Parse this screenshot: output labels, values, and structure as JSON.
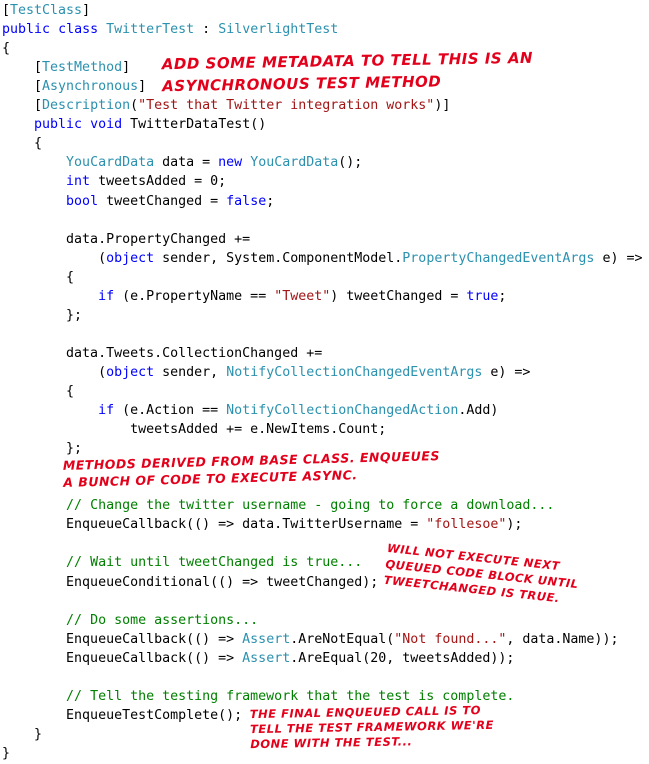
{
  "code": {
    "lines": [
      [
        {
          "t": "[",
          "c": ""
        },
        {
          "t": "TestClass",
          "c": "ty"
        },
        {
          "t": "]",
          "c": ""
        }
      ],
      [
        {
          "t": "public",
          "c": "kw"
        },
        {
          "t": " ",
          "c": ""
        },
        {
          "t": "class",
          "c": "kw"
        },
        {
          "t": " ",
          "c": ""
        },
        {
          "t": "TwitterTest",
          "c": "ty"
        },
        {
          "t": " : ",
          "c": ""
        },
        {
          "t": "SilverlightTest",
          "c": "ty"
        }
      ],
      [
        {
          "t": "{",
          "c": ""
        }
      ],
      [
        {
          "t": "    [",
          "c": ""
        },
        {
          "t": "TestMethod",
          "c": "ty"
        },
        {
          "t": "]",
          "c": ""
        }
      ],
      [
        {
          "t": "    [",
          "c": ""
        },
        {
          "t": "Asynchronous",
          "c": "ty"
        },
        {
          "t": "]",
          "c": ""
        }
      ],
      [
        {
          "t": "    [",
          "c": ""
        },
        {
          "t": "Description",
          "c": "ty"
        },
        {
          "t": "(",
          "c": ""
        },
        {
          "t": "\"Test that Twitter integration works\"",
          "c": "st"
        },
        {
          "t": ")]",
          "c": ""
        }
      ],
      [
        {
          "t": "    ",
          "c": ""
        },
        {
          "t": "public",
          "c": "kw"
        },
        {
          "t": " ",
          "c": ""
        },
        {
          "t": "void",
          "c": "kw"
        },
        {
          "t": " TwitterDataTest()",
          "c": ""
        }
      ],
      [
        {
          "t": "    {",
          "c": ""
        }
      ],
      [
        {
          "t": "        ",
          "c": ""
        },
        {
          "t": "YouCardData",
          "c": "ty"
        },
        {
          "t": " data = ",
          "c": ""
        },
        {
          "t": "new",
          "c": "kw"
        },
        {
          "t": " ",
          "c": ""
        },
        {
          "t": "YouCardData",
          "c": "ty"
        },
        {
          "t": "();",
          "c": ""
        }
      ],
      [
        {
          "t": "        ",
          "c": ""
        },
        {
          "t": "int",
          "c": "kw"
        },
        {
          "t": " tweetsAdded = 0;",
          "c": ""
        }
      ],
      [
        {
          "t": "        ",
          "c": ""
        },
        {
          "t": "bool",
          "c": "kw"
        },
        {
          "t": " tweetChanged = ",
          "c": ""
        },
        {
          "t": "false",
          "c": "kw"
        },
        {
          "t": ";",
          "c": ""
        }
      ],
      [
        {
          "t": "",
          "c": ""
        }
      ],
      [
        {
          "t": "        data.PropertyChanged +=",
          "c": ""
        }
      ],
      [
        {
          "t": "            (",
          "c": ""
        },
        {
          "t": "object",
          "c": "kw"
        },
        {
          "t": " sender, System.ComponentModel.",
          "c": ""
        },
        {
          "t": "PropertyChangedEventArgs",
          "c": "ty"
        },
        {
          "t": " e) =>",
          "c": ""
        }
      ],
      [
        {
          "t": "        {",
          "c": ""
        }
      ],
      [
        {
          "t": "            ",
          "c": ""
        },
        {
          "t": "if",
          "c": "kw"
        },
        {
          "t": " (e.PropertyName == ",
          "c": ""
        },
        {
          "t": "\"Tweet\"",
          "c": "st"
        },
        {
          "t": ") tweetChanged = ",
          "c": ""
        },
        {
          "t": "true",
          "c": "kw"
        },
        {
          "t": ";",
          "c": ""
        }
      ],
      [
        {
          "t": "        };",
          "c": ""
        }
      ],
      [
        {
          "t": "",
          "c": ""
        }
      ],
      [
        {
          "t": "        data.Tweets.CollectionChanged +=",
          "c": ""
        }
      ],
      [
        {
          "t": "            (",
          "c": ""
        },
        {
          "t": "object",
          "c": "kw"
        },
        {
          "t": " sender, ",
          "c": ""
        },
        {
          "t": "NotifyCollectionChangedEventArgs",
          "c": "ty"
        },
        {
          "t": " e) =>",
          "c": ""
        }
      ],
      [
        {
          "t": "        {",
          "c": ""
        }
      ],
      [
        {
          "t": "            ",
          "c": ""
        },
        {
          "t": "if",
          "c": "kw"
        },
        {
          "t": " (e.Action == ",
          "c": ""
        },
        {
          "t": "NotifyCollectionChangedAction",
          "c": "ty"
        },
        {
          "t": ".Add)",
          "c": ""
        }
      ],
      [
        {
          "t": "                tweetsAdded += e.NewItems.Count;",
          "c": ""
        }
      ],
      [
        {
          "t": "        };",
          "c": ""
        }
      ],
      [
        {
          "t": "",
          "c": ""
        }
      ],
      [
        {
          "t": "",
          "c": ""
        }
      ],
      [
        {
          "t": "        ",
          "c": ""
        },
        {
          "t": "// Change the twitter username - going to force a download...",
          "c": "cm"
        }
      ],
      [
        {
          "t": "        EnqueueCallback(() => data.TwitterUsername = ",
          "c": ""
        },
        {
          "t": "\"follesoe\"",
          "c": "st"
        },
        {
          "t": ");",
          "c": ""
        }
      ],
      [
        {
          "t": "",
          "c": ""
        }
      ],
      [
        {
          "t": "        ",
          "c": ""
        },
        {
          "t": "// Wait until tweetChanged is true...",
          "c": "cm"
        }
      ],
      [
        {
          "t": "        EnqueueConditional(() => tweetChanged);",
          "c": ""
        }
      ],
      [
        {
          "t": "",
          "c": ""
        }
      ],
      [
        {
          "t": "        ",
          "c": ""
        },
        {
          "t": "// Do some assertions...",
          "c": "cm"
        }
      ],
      [
        {
          "t": "        EnqueueCallback(() => ",
          "c": ""
        },
        {
          "t": "Assert",
          "c": "ty"
        },
        {
          "t": ".AreNotEqual(",
          "c": ""
        },
        {
          "t": "\"Not found...\"",
          "c": "st"
        },
        {
          "t": ", data.Name));",
          "c": ""
        }
      ],
      [
        {
          "t": "        EnqueueCallback(() => ",
          "c": ""
        },
        {
          "t": "Assert",
          "c": "ty"
        },
        {
          "t": ".AreEqual(20, tweetsAdded));",
          "c": ""
        }
      ],
      [
        {
          "t": "",
          "c": ""
        }
      ],
      [
        {
          "t": "        ",
          "c": ""
        },
        {
          "t": "// Tell the testing framework that the test is complete.",
          "c": "cm"
        }
      ],
      [
        {
          "t": "        EnqueueTestComplete();",
          "c": ""
        }
      ],
      [
        {
          "t": "    }",
          "c": ""
        }
      ],
      [
        {
          "t": "}",
          "c": ""
        }
      ]
    ]
  },
  "annotations": {
    "metadata": "Add some metadata to tell this is an\nasynchronous test method",
    "base_class": "Methods derived from base class. Enqueues\na bunch of code to execute async.",
    "will_not": "Will not execute next\nqueued code block until\ntweetchanged is true.",
    "final": "The final enqueued call is to\ntell the test framework we're\ndone with the test..."
  },
  "colors": {
    "keyword": "#0000ff",
    "type": "#2b91af",
    "string": "#a31515",
    "comment": "#008000",
    "annotation": "#e3001b"
  }
}
